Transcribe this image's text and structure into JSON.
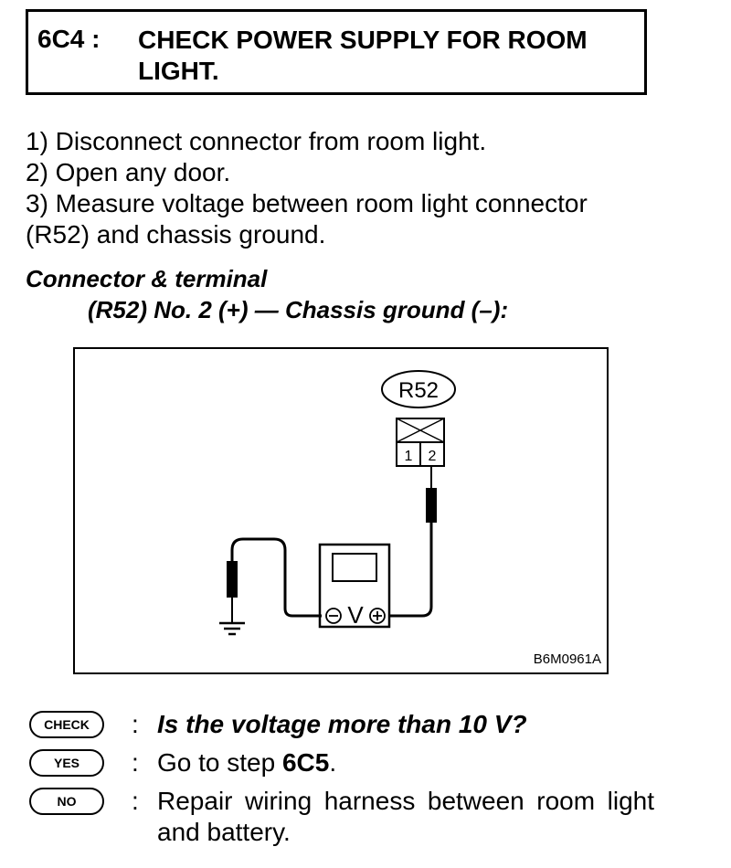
{
  "header": {
    "step_code": "6C4 :",
    "title": "CHECK POWER SUPPLY FOR ROOM LIGHT."
  },
  "steps": [
    "1)  Disconnect connector from room light.",
    "2)  Open any door.",
    "3)  Measure voltage between room light connector",
    "(R52) and chassis ground."
  ],
  "connector": {
    "label": "Connector & terminal",
    "detail": "(R52) No. 2 (+) — Chassis ground (–):"
  },
  "diagram": {
    "connector_id": "R52",
    "pin_1": "1",
    "pin_2": "2",
    "meter_symbol": "V",
    "figure_id": "B6M0961A"
  },
  "check": {
    "badge": "CHECK",
    "colon": ":",
    "question": "Is the voltage more than 10 V?"
  },
  "yes": {
    "badge": "YES",
    "colon": ":",
    "text_prefix": "Go to step ",
    "step_ref": "6C5",
    "text_suffix": "."
  },
  "no": {
    "badge": "NO",
    "colon": ":",
    "text": "Repair wiring harness between room light and battery."
  }
}
